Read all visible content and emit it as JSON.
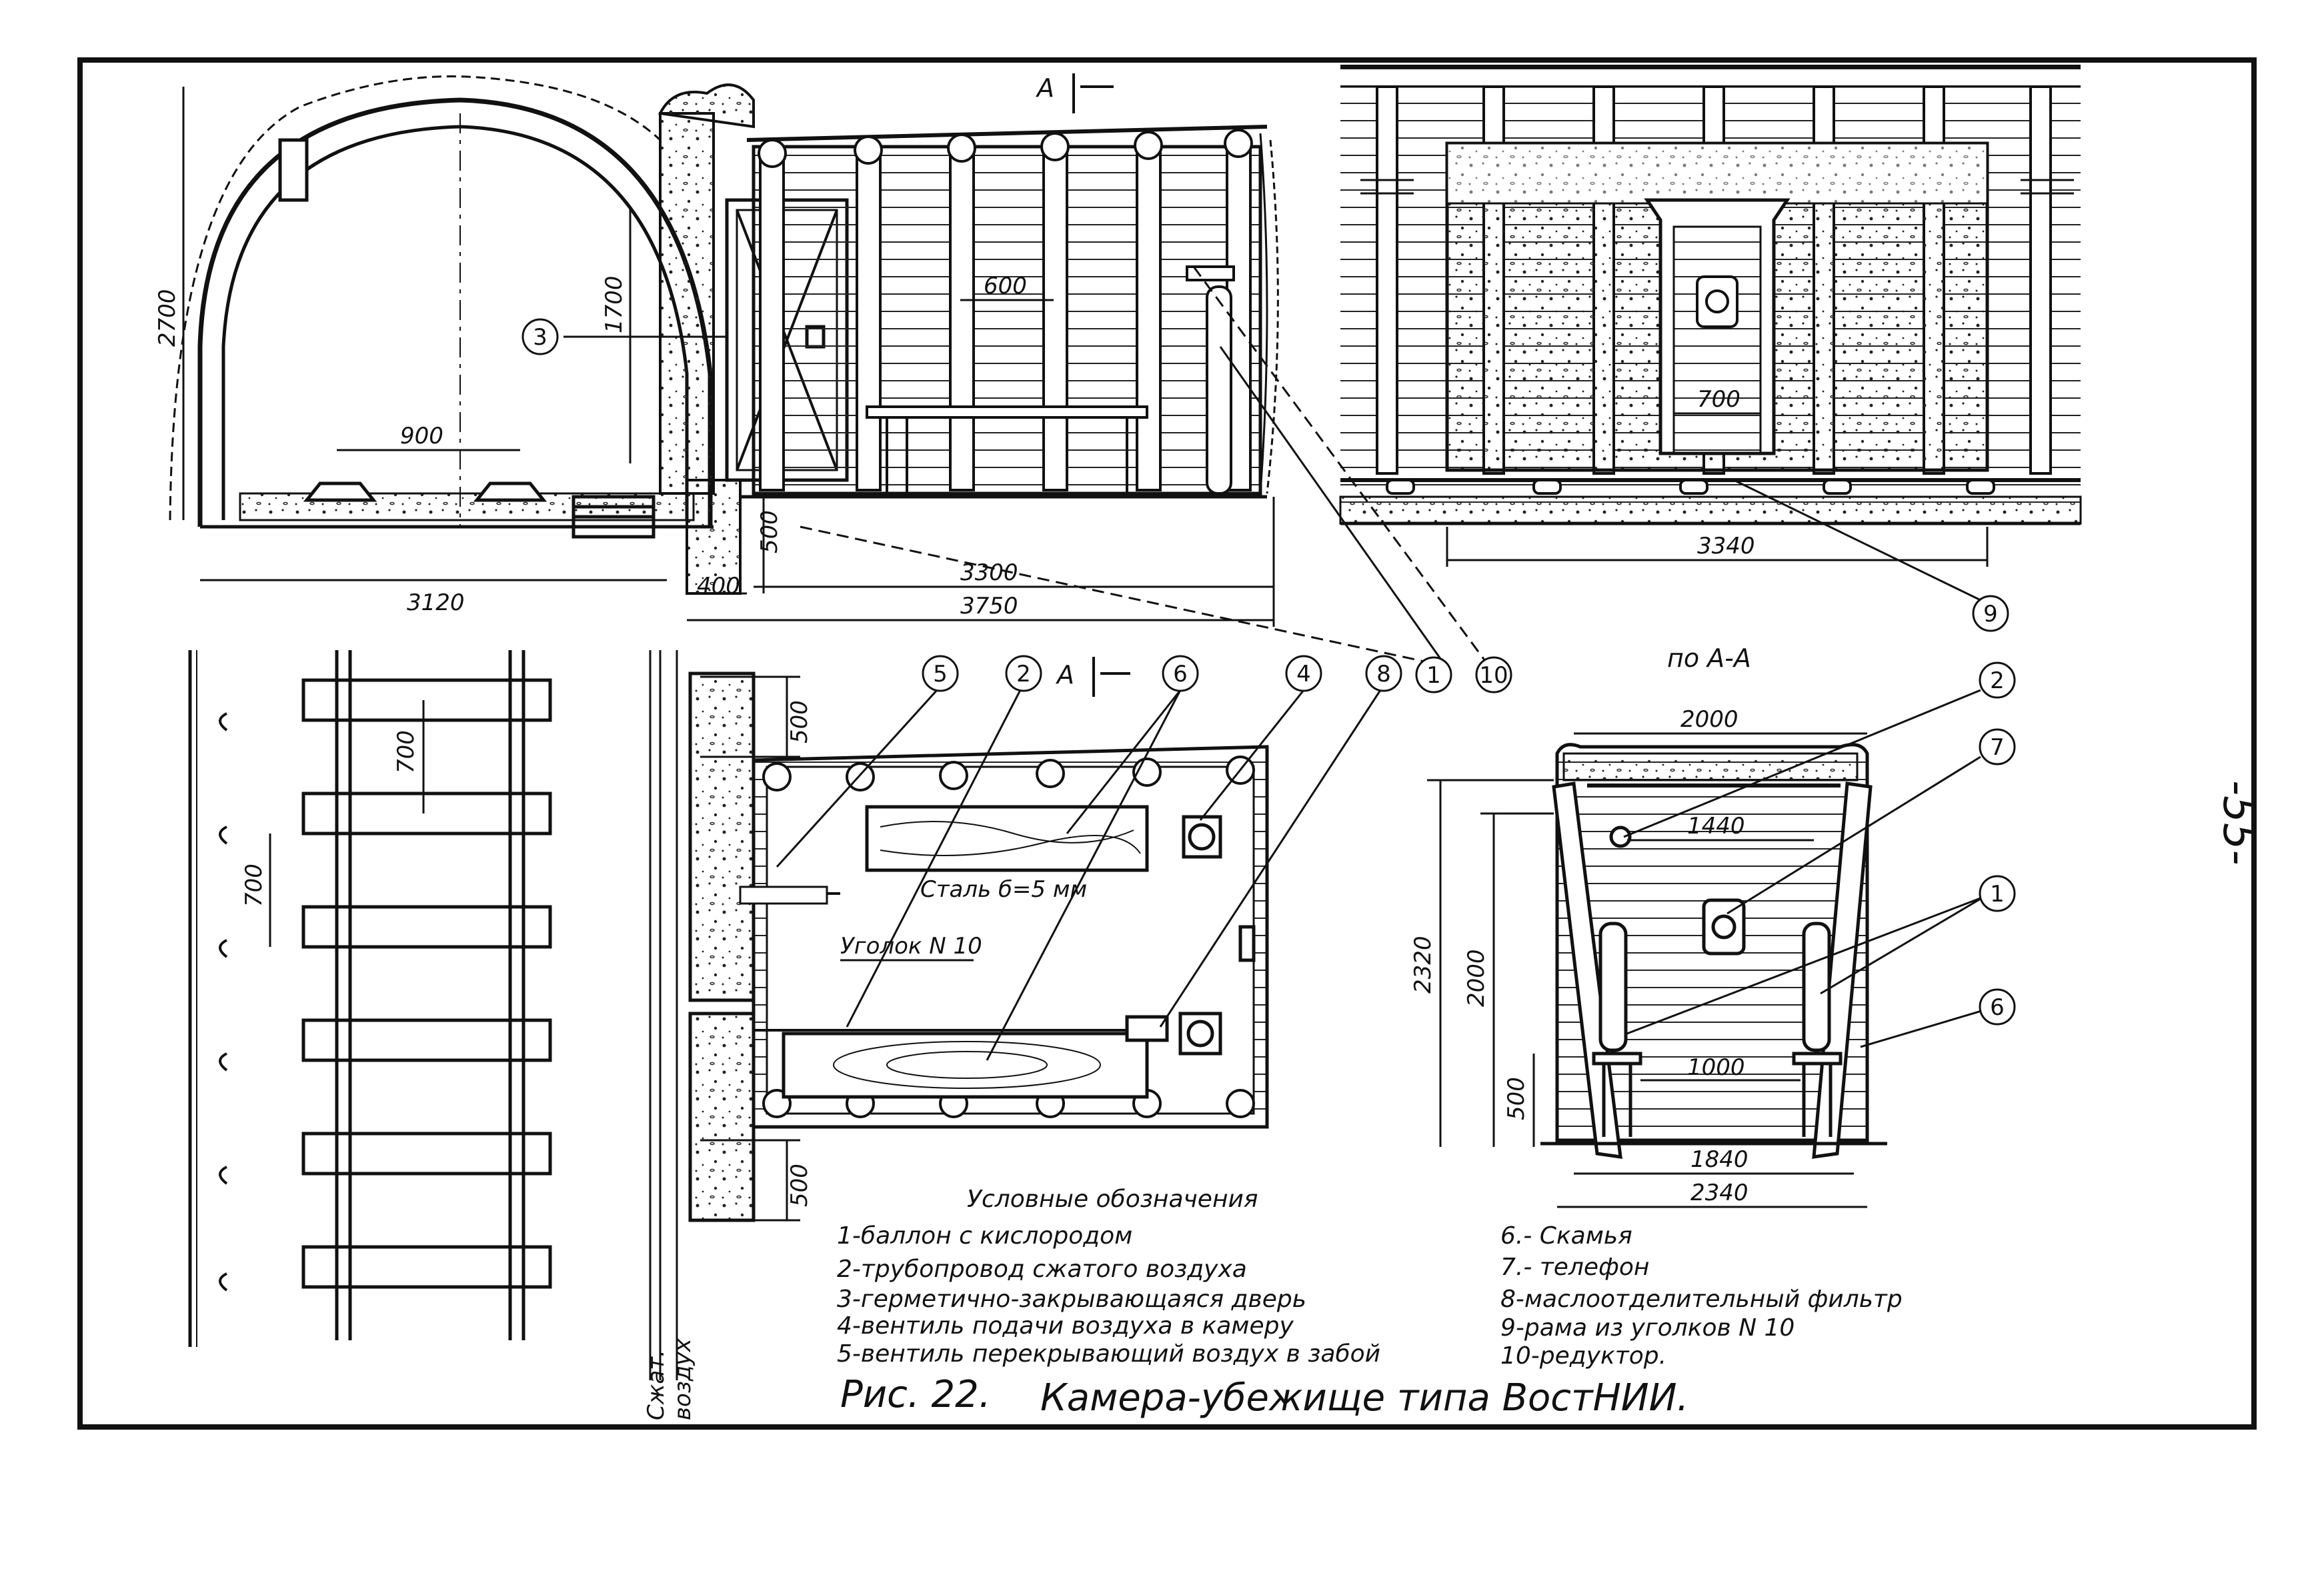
{
  "page_number": "-55-",
  "caption": {
    "fig": "Рис. 22.",
    "title": "Камера-убежище типа ВостНИИ."
  },
  "section_marks": {
    "top": "А",
    "bottom": "А"
  },
  "section_label": "по А-А",
  "dims": {
    "d2700": "2700",
    "d1700": "1700",
    "d900": "900",
    "d600": "600",
    "d3120": "3120",
    "d3300": "3300",
    "d3750": "3750",
    "d400": "400",
    "d500a": "500",
    "d3340": "3340",
    "d700a": "700",
    "d700b": "700",
    "d700c": "700",
    "d500b": "500",
    "d500c": "500",
    "d2000": "2000",
    "d1440": "1440",
    "d2320": "2320",
    "d2000b": "2000",
    "d500d": "500",
    "d1000": "1000",
    "d1840": "1840",
    "d2340": "2340"
  },
  "annotations": {
    "steel": "Сталь б=5 мм",
    "angle": "Уголок N 10",
    "air_pipe": [
      "Сжат.",
      "воздух"
    ]
  },
  "callouts": [
    "1",
    "2",
    "3",
    "4",
    "5",
    "6",
    "7",
    "8",
    "9",
    "10"
  ],
  "legend": {
    "title": "Условные обозначения",
    "left": [
      "1-баллон с кислородом",
      "2-трубопровод сжатого воздуха",
      "3-герметично-закрывающаяся дверь",
      "4-вентиль подачи воздуха в камеру",
      "5-вентиль перекрывающий воздух в забой"
    ],
    "right": [
      "6.- Скамья",
      "7.- телефон",
      "8-маслоотделительный фильтр",
      "9-рама из уголков N 10",
      "10-редуктор."
    ]
  },
  "colors": {
    "ink": "#111111",
    "paper": "#ffffff"
  }
}
